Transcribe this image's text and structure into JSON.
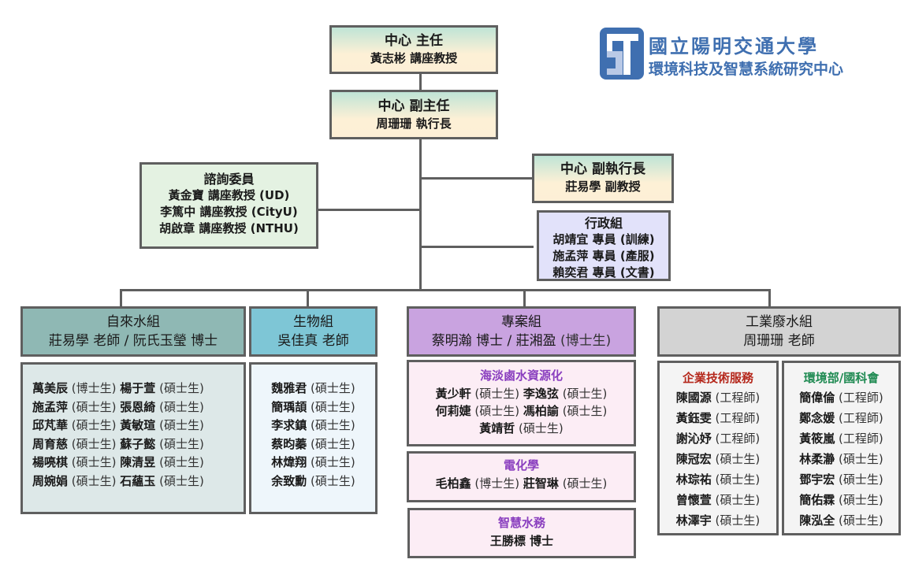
{
  "logo": {
    "icon": "est-logo-icon",
    "university": "國立陽明交通大學",
    "center": "環境科技及智慧系統研究中心",
    "color": "#3f6fb0"
  },
  "director": {
    "title": "中心 主任",
    "name": "黃志彬 講座教授"
  },
  "deputy_director": {
    "title": "中心 副主任",
    "name": "周珊珊 執行長"
  },
  "advisory": {
    "title": "諮詢委員",
    "members": [
      "黃金寶 講座教授 (UD)",
      "李篤中 講座教授 (CityU)",
      "胡啟章 講座教授 (NTHU)"
    ]
  },
  "deputy_exec": {
    "title": "中心 副執行長",
    "name": "莊易學 副教授"
  },
  "admin": {
    "title": "行政組",
    "members": [
      "胡靖宜 專員 (訓練)",
      "施孟萍 專員 (產服)",
      "賴奕君 專員 (文書)"
    ]
  },
  "groups": {
    "water": {
      "title": "自來水組",
      "leaders": "莊易學 老師 / 阮氏玉瑩 博士",
      "color": "#8fb8b4",
      "members": [
        {
          "name": "萬美辰",
          "role": "(博士生)"
        },
        {
          "name": "楊于萱",
          "role": "(碩士生)"
        },
        {
          "name": "施孟萍",
          "role": "(碩士生)"
        },
        {
          "name": "張恩綺",
          "role": "(碩士生)"
        },
        {
          "name": "邱芃華",
          "role": "(碩士生)"
        },
        {
          "name": "黃敏瑄",
          "role": "(碩士生)"
        },
        {
          "name": "周育慈",
          "role": "(碩士生)"
        },
        {
          "name": "蘇子懿",
          "role": "(碩士生)"
        },
        {
          "name": "楊喨棋",
          "role": "(碩士生)"
        },
        {
          "name": "陳清昱",
          "role": "(碩士生)"
        },
        {
          "name": "周婉娟",
          "role": "(碩士生)"
        },
        {
          "name": "石蘊玉",
          "role": "(碩士生)"
        }
      ]
    },
    "bio": {
      "title": "生物組",
      "leaders": "吳佳真 老師",
      "color": "#7ec6d6",
      "members": [
        {
          "name": "魏雅君",
          "role": "(碩士生)"
        },
        {
          "name": "簡瑀頡",
          "role": "(碩士生)"
        },
        {
          "name": "李求鎮",
          "role": "(碩士生)"
        },
        {
          "name": "蔡昀蓁",
          "role": "(碩士生)"
        },
        {
          "name": "林煒翔",
          "role": "(碩士生)"
        },
        {
          "name": "余致勳",
          "role": "(碩士生)"
        }
      ]
    },
    "project": {
      "title": "專案組",
      "leader_main": "蔡明瀚 博士 / 莊湘盈",
      "leader_role": "(博士生)",
      "color": "#c9a3e0",
      "subgroups": [
        {
          "title": "海淡鹵水資源化",
          "members": [
            {
              "name": "黃少軒",
              "role": "(碩士生)"
            },
            {
              "name": "李逸弦",
              "role": "(碩士生)"
            },
            {
              "name": "何莉婕",
              "role": "(碩士生)"
            },
            {
              "name": "馮柏諭",
              "role": "(碩士生)"
            },
            {
              "name": "黃靖哲",
              "role": "(碩士生)"
            }
          ]
        },
        {
          "title": "電化學",
          "members": [
            {
              "name": "毛柏鑫",
              "role": "(博士生)"
            },
            {
              "name": "莊智琳",
              "role": "(碩士生)"
            }
          ]
        },
        {
          "title": "智慧水務",
          "members": [
            {
              "name": "王勝標 博士",
              "role": ""
            }
          ]
        }
      ]
    },
    "industrial": {
      "title": "工業廢水組",
      "leaders": "周珊珊 老師",
      "color": "#d3d3d3",
      "subgroups": [
        {
          "title": "企業技術服務",
          "color": "#b5281c",
          "members": [
            {
              "name": "陳國源",
              "role": "(工程師)"
            },
            {
              "name": "黃鈺雯",
              "role": "(工程師)"
            },
            {
              "name": "謝沁妤",
              "role": "(工程師)"
            },
            {
              "name": "陳冠宏",
              "role": "(碩士生)"
            },
            {
              "name": "林琮祐",
              "role": "(碩士生)"
            },
            {
              "name": "曾懷萱",
              "role": "(碩士生)"
            },
            {
              "name": "林澤宇",
              "role": "(碩士生)"
            }
          ]
        },
        {
          "title": "環境部/國科會",
          "color": "#1f8a52",
          "members": [
            {
              "name": "簡偉倫",
              "role": "(工程師)"
            },
            {
              "name": "鄭念媛",
              "role": "(工程師)"
            },
            {
              "name": "黃筱嵐",
              "role": "(工程師)"
            },
            {
              "name": "林柔瀞",
              "role": "(碩士生)"
            },
            {
              "name": "鄧宇宏",
              "role": "(碩士生)"
            },
            {
              "name": "簡佑霖",
              "role": "(碩士生)"
            },
            {
              "name": "陳泓全",
              "role": "(碩士生)"
            }
          ]
        }
      ]
    }
  }
}
